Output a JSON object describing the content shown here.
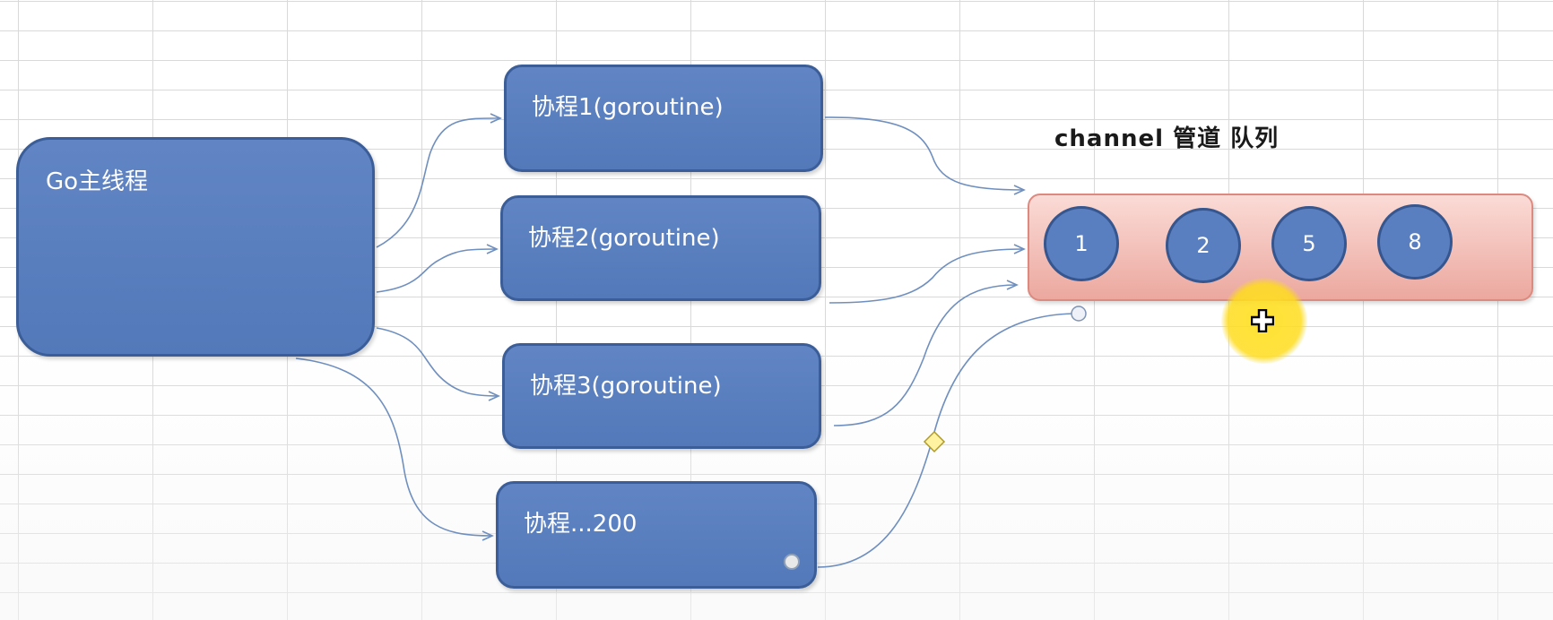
{
  "main_thread": {
    "label": "Go主线程"
  },
  "goroutines": [
    {
      "label": "协程1(goroutine)"
    },
    {
      "label": "协程2(goroutine)"
    },
    {
      "label": "协程3(goroutine)"
    },
    {
      "label": "协程...200"
    }
  ],
  "channel": {
    "title": "channel 管道 队列",
    "items": [
      "1",
      "2",
      "5",
      "8"
    ]
  },
  "colors": {
    "node_fill": "#5a7fc0",
    "node_border": "#3b5e98",
    "queue_fill": "#f4c2bb",
    "connector": "#6f8fbf",
    "cursor_highlight": "#ffe028"
  }
}
